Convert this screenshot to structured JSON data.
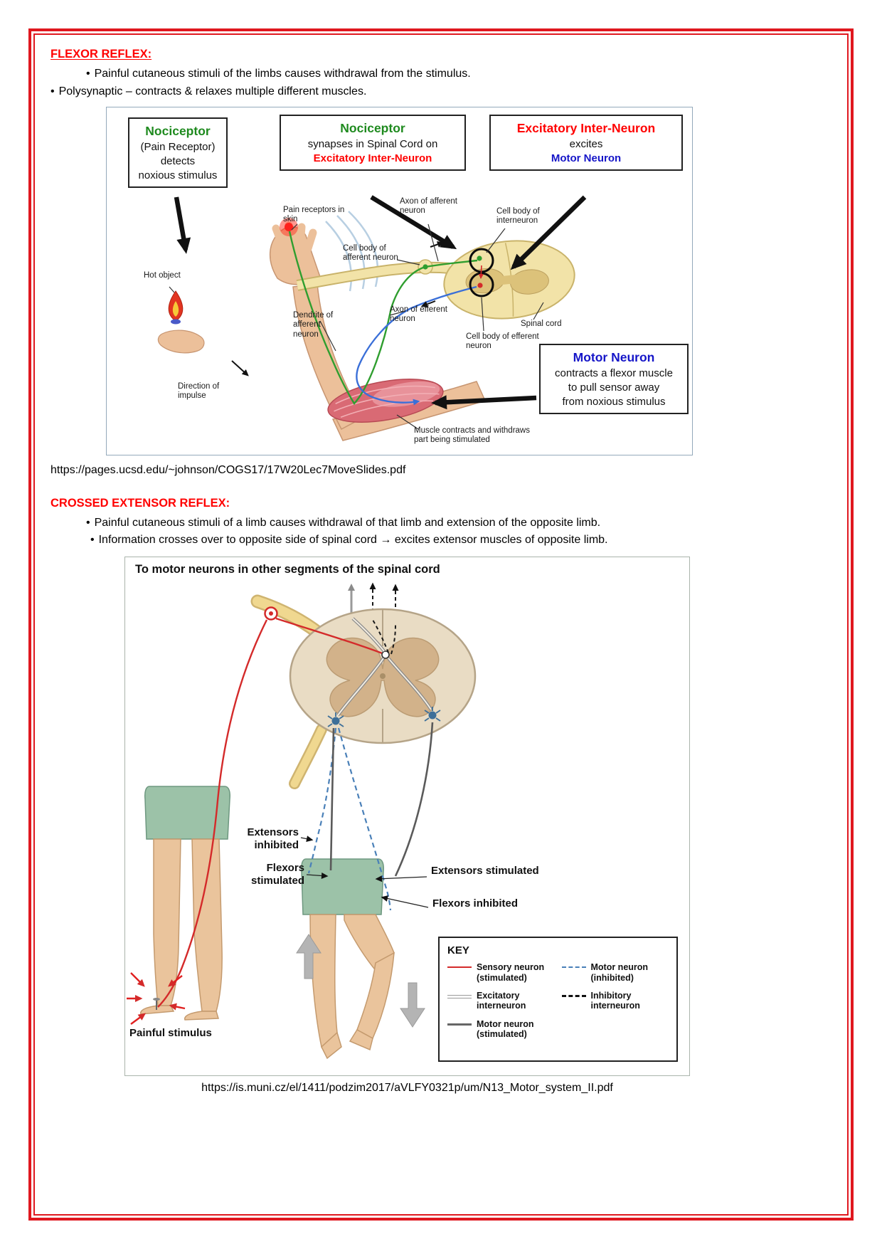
{
  "colors": {
    "frame_red": "#e0181f",
    "heading_red": "#ff0000",
    "nociceptor_green": "#1e8a1e",
    "excitatory_red": "#ff0000",
    "motor_blue": "#1515c8"
  },
  "flexor": {
    "heading": "FLEXOR REFLEX:",
    "bullet_marker": "•",
    "bullets": [
      "Painful cutaneous stimuli of the limbs causes withdrawal from the stimulus.",
      "Polysynaptic – contracts & relaxes multiple different muscles."
    ],
    "source_url": "https://pages.ucsd.edu/~johnson/COGS17/17W20Lec7MoveSlides.pdf",
    "figure": {
      "callouts": {
        "detects": {
          "title": "Nociceptor",
          "line1": "(Pain Receptor)",
          "line2": "detects",
          "line3": "noxious stimulus"
        },
        "synapses": {
          "title": "Nociceptor",
          "line1": "synapses in Spinal Cord on",
          "line2": "Excitatory Inter-Neuron"
        },
        "excites": {
          "title": "Excitatory Inter-Neuron",
          "line1": "excites",
          "line2": "Motor Neuron"
        },
        "motor": {
          "title": "Motor Neuron",
          "line1": "contracts a flexor muscle",
          "line2": "to pull sensor away",
          "line3": "from noxious stimulus"
        }
      },
      "labels": {
        "pain_receptors": "Pain receptors in skin",
        "hot_object": "Hot object",
        "cell_body_afferent": "Cell body of afferent neuron",
        "axon_afferent": "Axon of afferent neuron",
        "cell_body_interneuron": "Cell body of interneuron",
        "dendrite_afferent": "Dendrite of afferent neuron",
        "axon_efferent": "Axon of efferent neuron",
        "cell_body_efferent": "Cell body of efferent neuron",
        "spinal_cord": "Spinal cord",
        "direction_impulse": "Direction of impulse",
        "muscle_contracts": "Muscle contracts and withdraws part being stimulated"
      }
    }
  },
  "crossed": {
    "heading": "CROSSED EXTENSOR REFLEX:",
    "bullet_marker": "•",
    "bullets": [
      "Painful cutaneous stimuli of a limb causes withdrawal of that limb and extension of the opposite limb.",
      "Information crosses over to opposite side of spinal cord → excites extensor muscles of opposite limb."
    ],
    "source_url": "https://is.muni.cz/el/1411/podzim2017/aVLFY0321p/um/N13_Motor_system_II.pdf",
    "figure": {
      "title": "To motor neurons in other segments of the spinal cord",
      "labels": {
        "extensors_inhibited": "Extensors inhibited",
        "flexors_stimulated": "Flexors stimulated",
        "extensors_stimulated": "Extensors stimulated",
        "flexors_inhibited": "Flexors inhibited",
        "painful_stimulus": "Painful stimulus"
      },
      "key": {
        "title": "KEY",
        "col1": [
          {
            "label": "Sensory neuron (stimulated)"
          },
          {
            "label": "Excitatory interneuron"
          },
          {
            "label": "Motor neuron (stimulated)"
          }
        ],
        "col2": [
          {
            "label": "Motor neuron (inhibited)"
          },
          {
            "label": "Inhibitory interneuron"
          }
        ]
      }
    }
  }
}
